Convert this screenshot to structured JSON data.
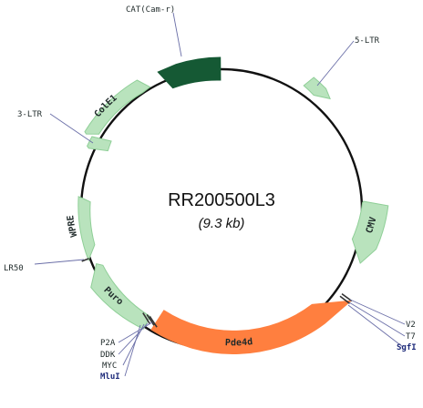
{
  "plasmid": {
    "name": "RR200500L3",
    "size": "(9.3 kb)"
  },
  "colors": {
    "backbone": "#111111",
    "feature_light_green": "#b9e3bd",
    "feature_dark_green": "#155934",
    "feature_orange": "#ff7f3f",
    "site_tick": "#444444",
    "leader_line": "#6b6fa8",
    "site_label_blue": "#1d2a7a"
  },
  "features": [
    {
      "label": "CAT(Cam-r)",
      "color": "dark-green",
      "direction": "counterclockwise"
    },
    {
      "label": "5-LTR",
      "color": "light-green",
      "direction": "clockwise"
    },
    {
      "label": "CMV",
      "color": "light-green",
      "direction": "clockwise"
    },
    {
      "label": "Pde4d",
      "color": "orange",
      "direction": "clockwise"
    },
    {
      "label": "Puro",
      "color": "light-green",
      "direction": "counterclockwise"
    },
    {
      "label": "WPRE",
      "color": "light-green",
      "direction": "counterclockwise"
    },
    {
      "label": "3-LTR",
      "color": "light-green",
      "direction": "counterclockwise"
    },
    {
      "label": "ColE1",
      "color": "light-green",
      "direction": "counterclockwise"
    }
  ],
  "sites": {
    "v2": "V2",
    "t7": "T7",
    "sgfi": "SgfI",
    "p2a": "P2A",
    "ddk": "DDK",
    "myc": "MYC",
    "mlui": "MluI",
    "lr50": "LR50"
  },
  "callouts": {
    "cat": "CAT(Cam-r)",
    "ltr5": "5-LTR",
    "ltr3": "3-LTR"
  }
}
